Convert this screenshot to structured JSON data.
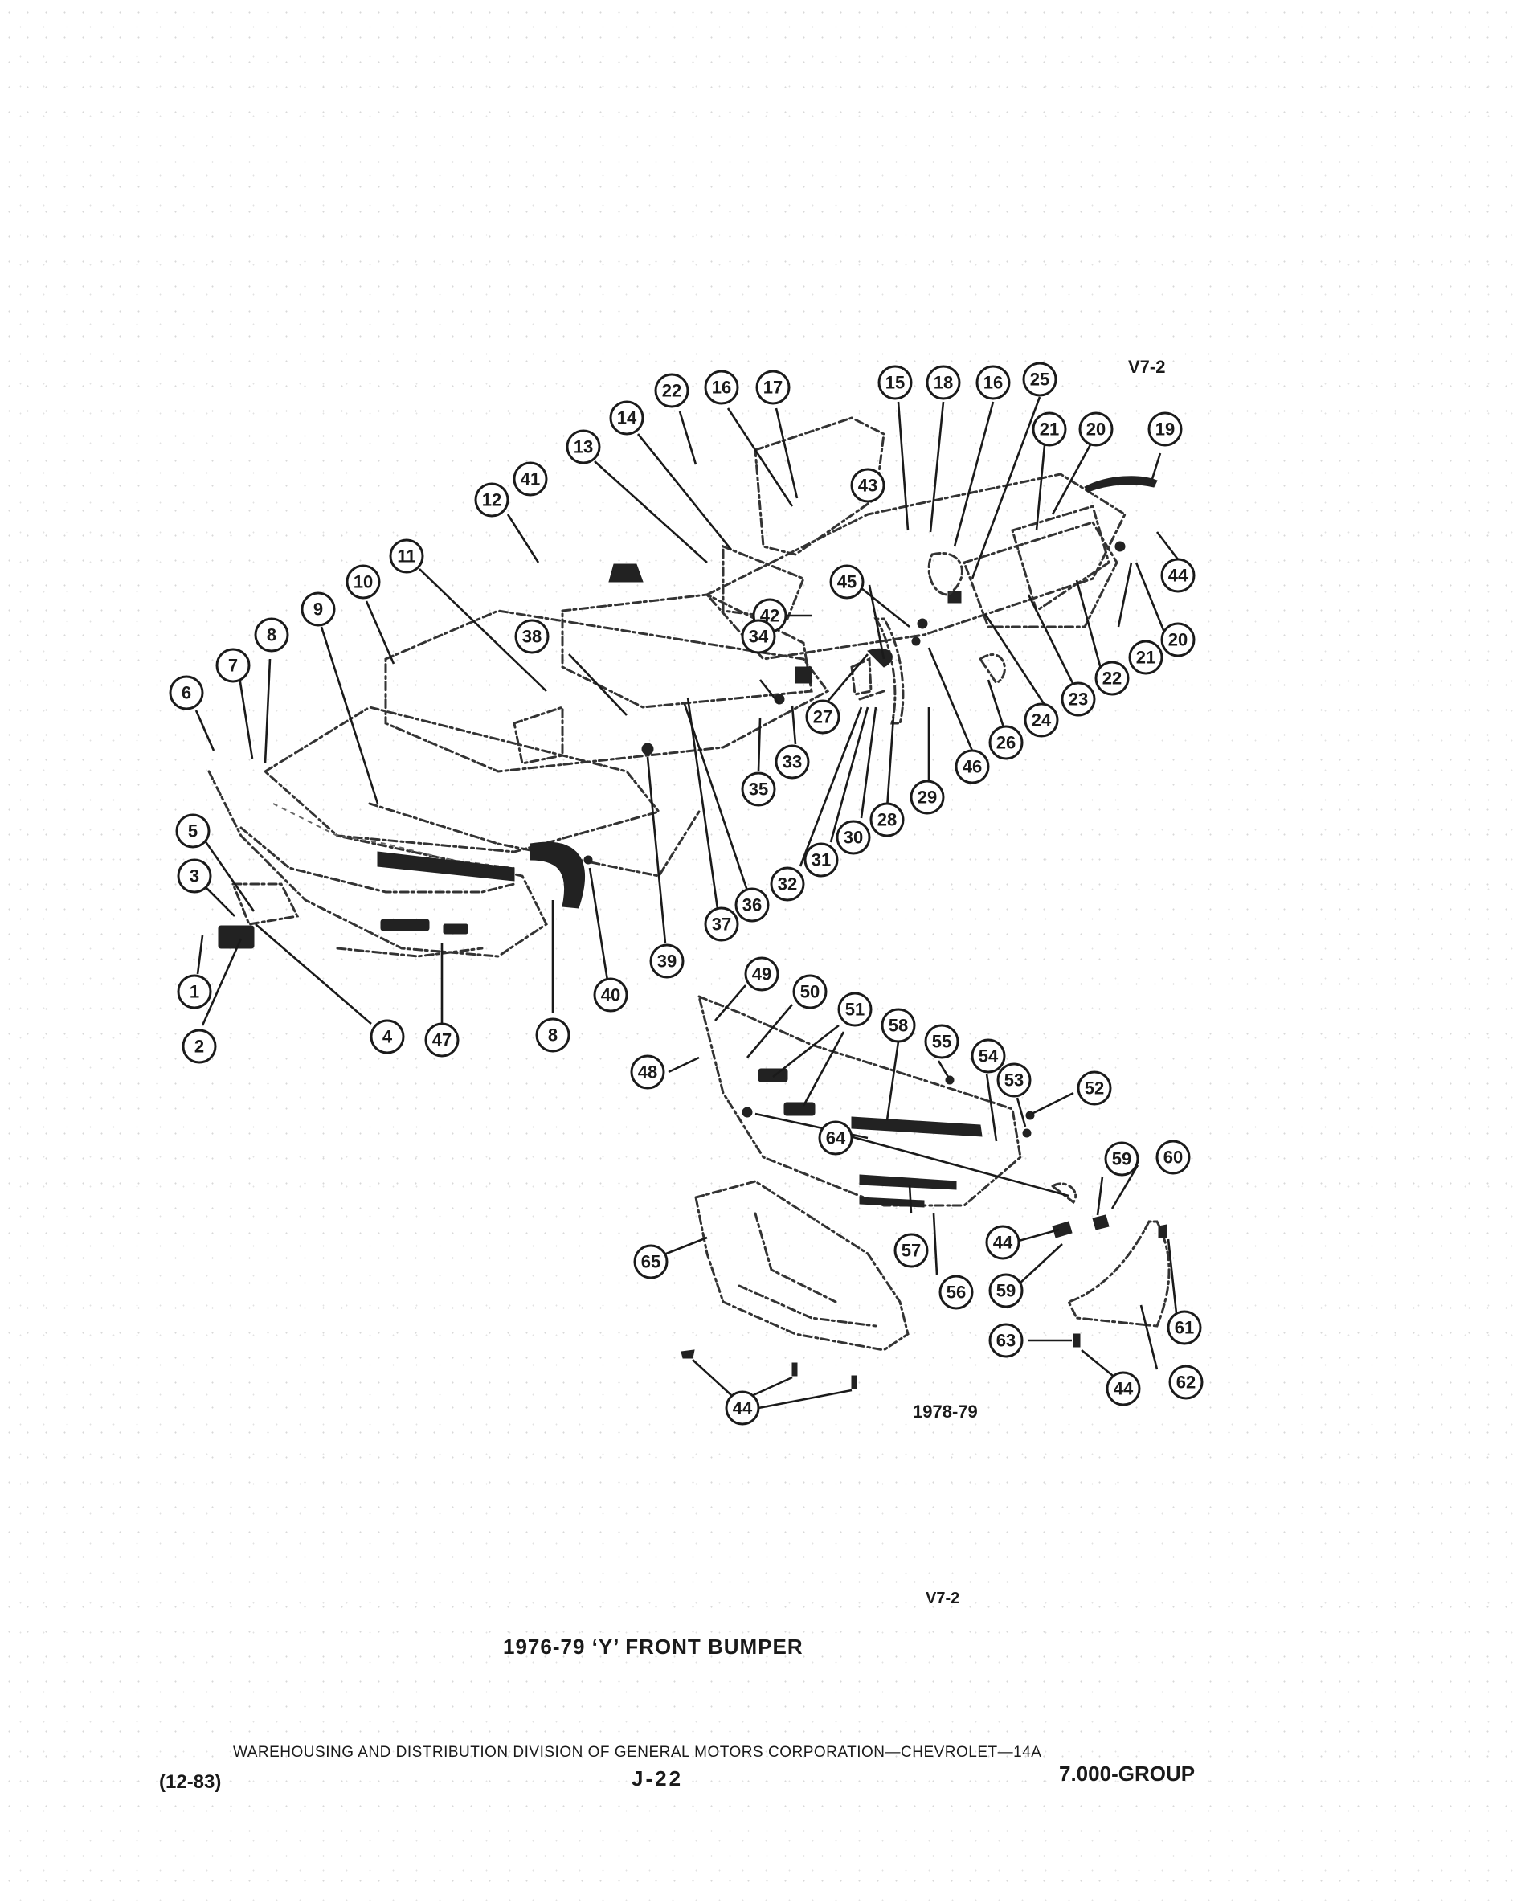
{
  "diagram": {
    "code_top": "V7-2",
    "year_caption": "1978-79",
    "code_bottom": "V7-2",
    "title": "1976-79 ‘Y’ FRONT BUMPER",
    "callouts": [
      "1",
      "2",
      "3",
      "4",
      "5",
      "6",
      "7",
      "8",
      "9",
      "10",
      "11",
      "12",
      "13",
      "14",
      "15",
      "16",
      "17",
      "18",
      "19",
      "20",
      "21",
      "22",
      "23",
      "24",
      "25",
      "26",
      "27",
      "28",
      "29",
      "30",
      "31",
      "32",
      "33",
      "34",
      "35",
      "36",
      "37",
      "38",
      "39",
      "40",
      "41",
      "42",
      "43",
      "44",
      "45",
      "46",
      "47",
      "48",
      "49",
      "50",
      "51",
      "52",
      "53",
      "54",
      "55",
      "56",
      "57",
      "58",
      "59",
      "60",
      "61",
      "62",
      "63",
      "64",
      "65"
    ]
  },
  "footer": {
    "publisher_line": "WAREHOUSING AND DISTRIBUTION DIVISION OF GENERAL MOTORS CORPORATION—CHEVROLET—14A",
    "date": "(12-83)",
    "page": "J-22",
    "group": "7.000-GROUP"
  }
}
